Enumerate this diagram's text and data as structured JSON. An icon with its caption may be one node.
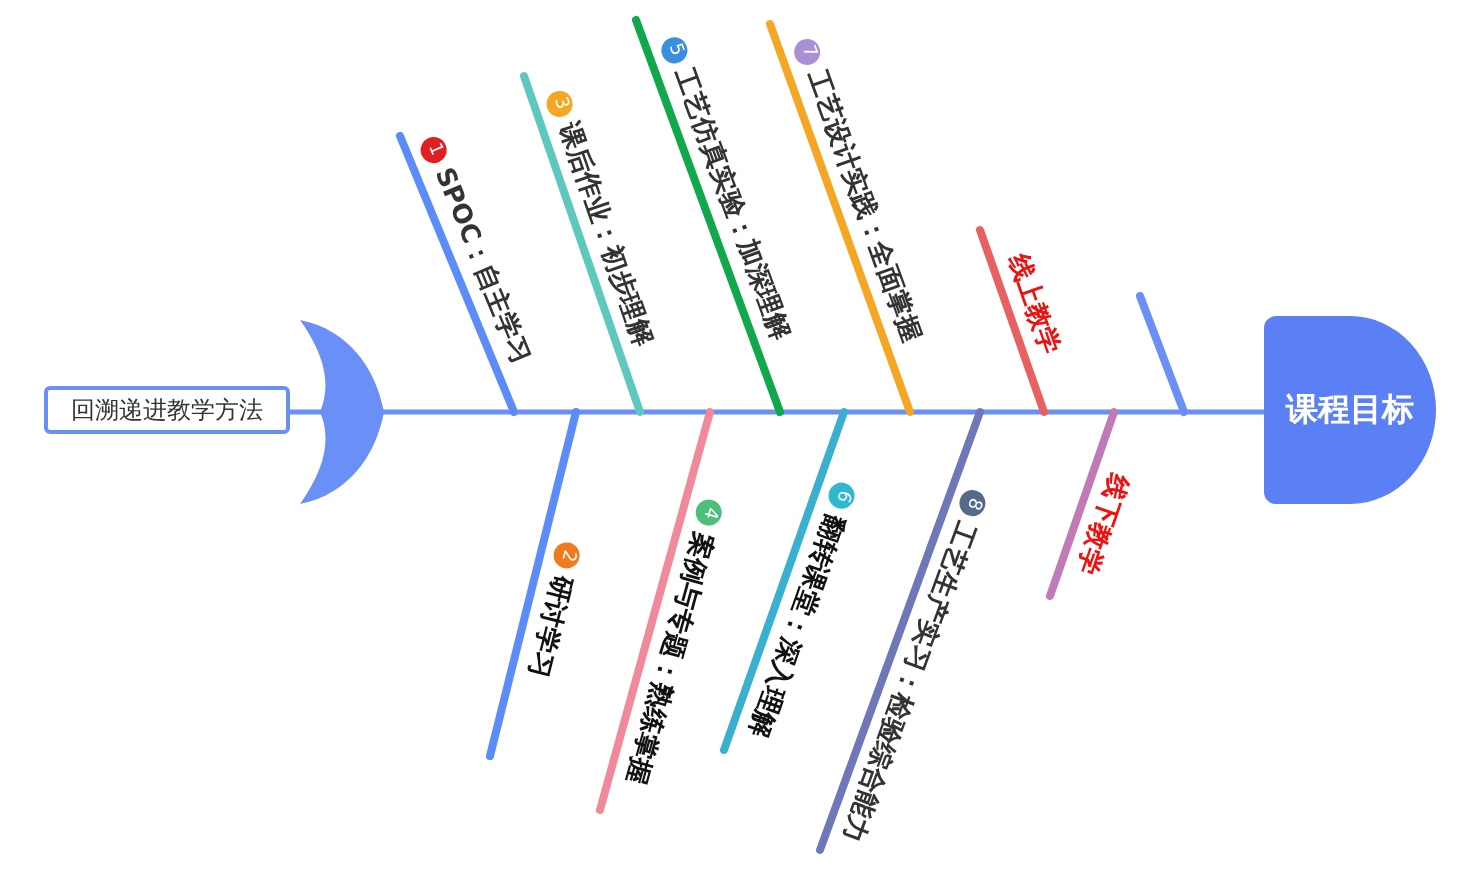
{
  "diagram": {
    "nodes": [
      {
        "text": [
          "回溯递进教学方法"
        ]
      },
      {
        "text": [
          "课程目标"
        ]
      },
      {
        "text": [
          "1",
          "SPOC：自主学习"
        ]
      },
      {
        "text": [
          "2",
          "研讨学习"
        ]
      },
      {
        "text": [
          "3",
          "课后作业：初步理解"
        ]
      },
      {
        "text": [
          "4",
          "案例与专题：熟练掌握"
        ]
      },
      {
        "text": [
          "5",
          "工艺仿真实验：加深理解"
        ]
      },
      {
        "text": [
          "6",
          "翻转课堂：深入理解"
        ]
      },
      {
        "text": [
          "7",
          "工艺设计实践：全面掌握"
        ]
      },
      {
        "text": [
          "8",
          "工艺生产实习：检验综合能力"
        ]
      },
      {
        "text": [
          "线上教学"
        ]
      },
      {
        "text": [
          "线下教学"
        ]
      }
    ],
    "edges": [
      {
        "from": 0,
        "to": 1,
        "arrow": "none",
        "color": "#6a8ff7"
      },
      {
        "from": 2,
        "to": null,
        "arrow": "none",
        "color": "#5b8cf7"
      },
      {
        "from": 3,
        "to": null,
        "arrow": "none",
        "color": "#5b8cf7"
      },
      {
        "from": 4,
        "to": null,
        "arrow": "none",
        "color": "#5cc8be"
      },
      {
        "from": 5,
        "to": null,
        "arrow": "none",
        "color": "#f08a9a"
      },
      {
        "from": 6,
        "to": null,
        "arrow": "none",
        "color": "#10a84a"
      },
      {
        "from": 7,
        "to": null,
        "arrow": "none",
        "color": "#3ab0d0"
      },
      {
        "from": 8,
        "to": null,
        "arrow": "none",
        "color": "#f5a623"
      },
      {
        "from": 9,
        "to": null,
        "arrow": "none",
        "color": "#6e78b8"
      },
      {
        "from": 10,
        "to": null,
        "arrow": "none",
        "color": "#e86060"
      },
      {
        "from": 11,
        "to": null,
        "arrow": "none",
        "color": "#c07ab8"
      }
    ]
  }
}
